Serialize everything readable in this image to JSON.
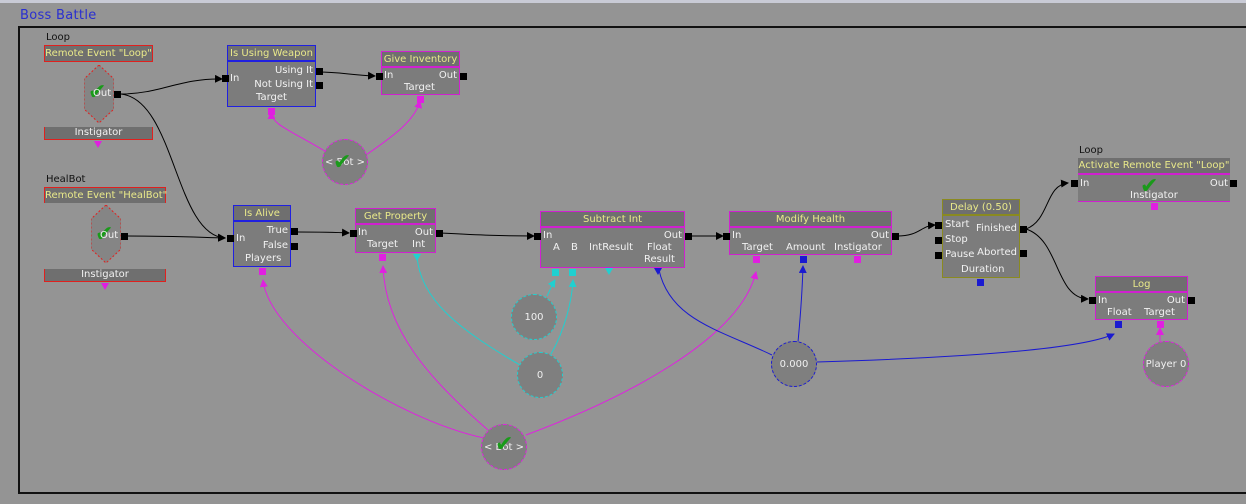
{
  "sequence_title": "Boss Battle",
  "colors": {
    "background": "#949494",
    "node_header": "#6f6f6f",
    "node_body": "#7c7c7c",
    "header_text": "#e9e98a",
    "event_border": "#e0201e",
    "condition_border": "#2020e0",
    "action_border": "#d020d0",
    "latent_border": "#8a8a20",
    "object_var": "#e020e0",
    "int_var": "#20d0d0",
    "float_var": "#1a1ad0",
    "exec_wire": "#000000"
  },
  "events": [
    {
      "caption": "Loop",
      "title": "Remote Event \"Loop\"",
      "out_label": "Out",
      "var_label": "Instigator"
    },
    {
      "caption": "HealBot",
      "title": "Remote Event \"HealBot\"",
      "out_label": "Out",
      "var_label": "Instigator"
    }
  ],
  "nodes": {
    "is_using_weapon": {
      "title": "Is Using Weapon",
      "in": "In",
      "outs": [
        "Using It",
        "Not Using It"
      ],
      "vars": [
        "Target"
      ]
    },
    "give_inventory": {
      "title": "Give Inventory",
      "in": "In",
      "out": "Out",
      "vars": [
        "Target"
      ]
    },
    "is_alive": {
      "title": "Is Alive",
      "in": "In",
      "outs": [
        "True",
        "False"
      ],
      "vars": [
        "Players"
      ]
    },
    "get_property": {
      "title": "Get Property",
      "in": "In",
      "out": "Out",
      "vars": [
        "Target",
        "Int"
      ]
    },
    "subtract_int": {
      "title": "Subtract Int",
      "in": "In",
      "out": "Out",
      "vars": [
        "A",
        "B",
        "IntResult",
        "Float",
        "Result"
      ]
    },
    "modify_health": {
      "title": "Modify Health",
      "in": "In",
      "out": "Out",
      "vars": [
        "Target",
        "Amount",
        "Instigator"
      ]
    },
    "delay": {
      "title": "Delay (0.50)",
      "ins": [
        "Start",
        "Stop",
        "Pause"
      ],
      "outs": [
        "Finished",
        "Aborted"
      ],
      "vars": [
        "Duration"
      ]
    },
    "activate_remote_event": {
      "caption": "Loop",
      "title": "Activate Remote Event \"Loop\"",
      "in": "In",
      "out": "Out",
      "vars": [
        "Instigator"
      ]
    },
    "log": {
      "title": "Log",
      "in": "In",
      "out": "Out",
      "vars": [
        "Float",
        "Target"
      ]
    }
  },
  "variables": {
    "bot_top": "< Bot >",
    "bot_bottom": "< Bot >",
    "int_100": "100",
    "int_0": "0",
    "float_0": "0.000",
    "player_0": "Player 0"
  }
}
